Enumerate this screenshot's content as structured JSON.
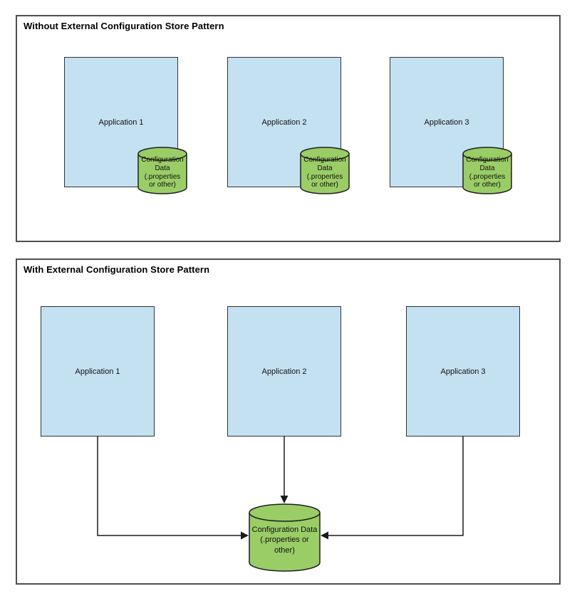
{
  "colors": {
    "app_fill": "#c4e1f2",
    "app_border": "#333333",
    "cylinder_fill": "#9acd66",
    "cylinder_border": "#1f1f1f",
    "panel_border": "#4f4f4f",
    "connector": "#1a1a1a"
  },
  "panels": {
    "without": {
      "title": "Without External Configuration Store Pattern",
      "apps": [
        {
          "label": "Application 1"
        },
        {
          "label": "Application 2"
        },
        {
          "label": "Application 3"
        }
      ],
      "cylinder_label": "Configuration\nData\n(.properties\nor other)"
    },
    "with": {
      "title": "With External Configuration Store Pattern",
      "apps": [
        {
          "label": "Application 1"
        },
        {
          "label": "Application 2"
        },
        {
          "label": "Application 3"
        }
      ],
      "cylinder_label": "Configuration Data\n(.properties or\nother)"
    }
  }
}
